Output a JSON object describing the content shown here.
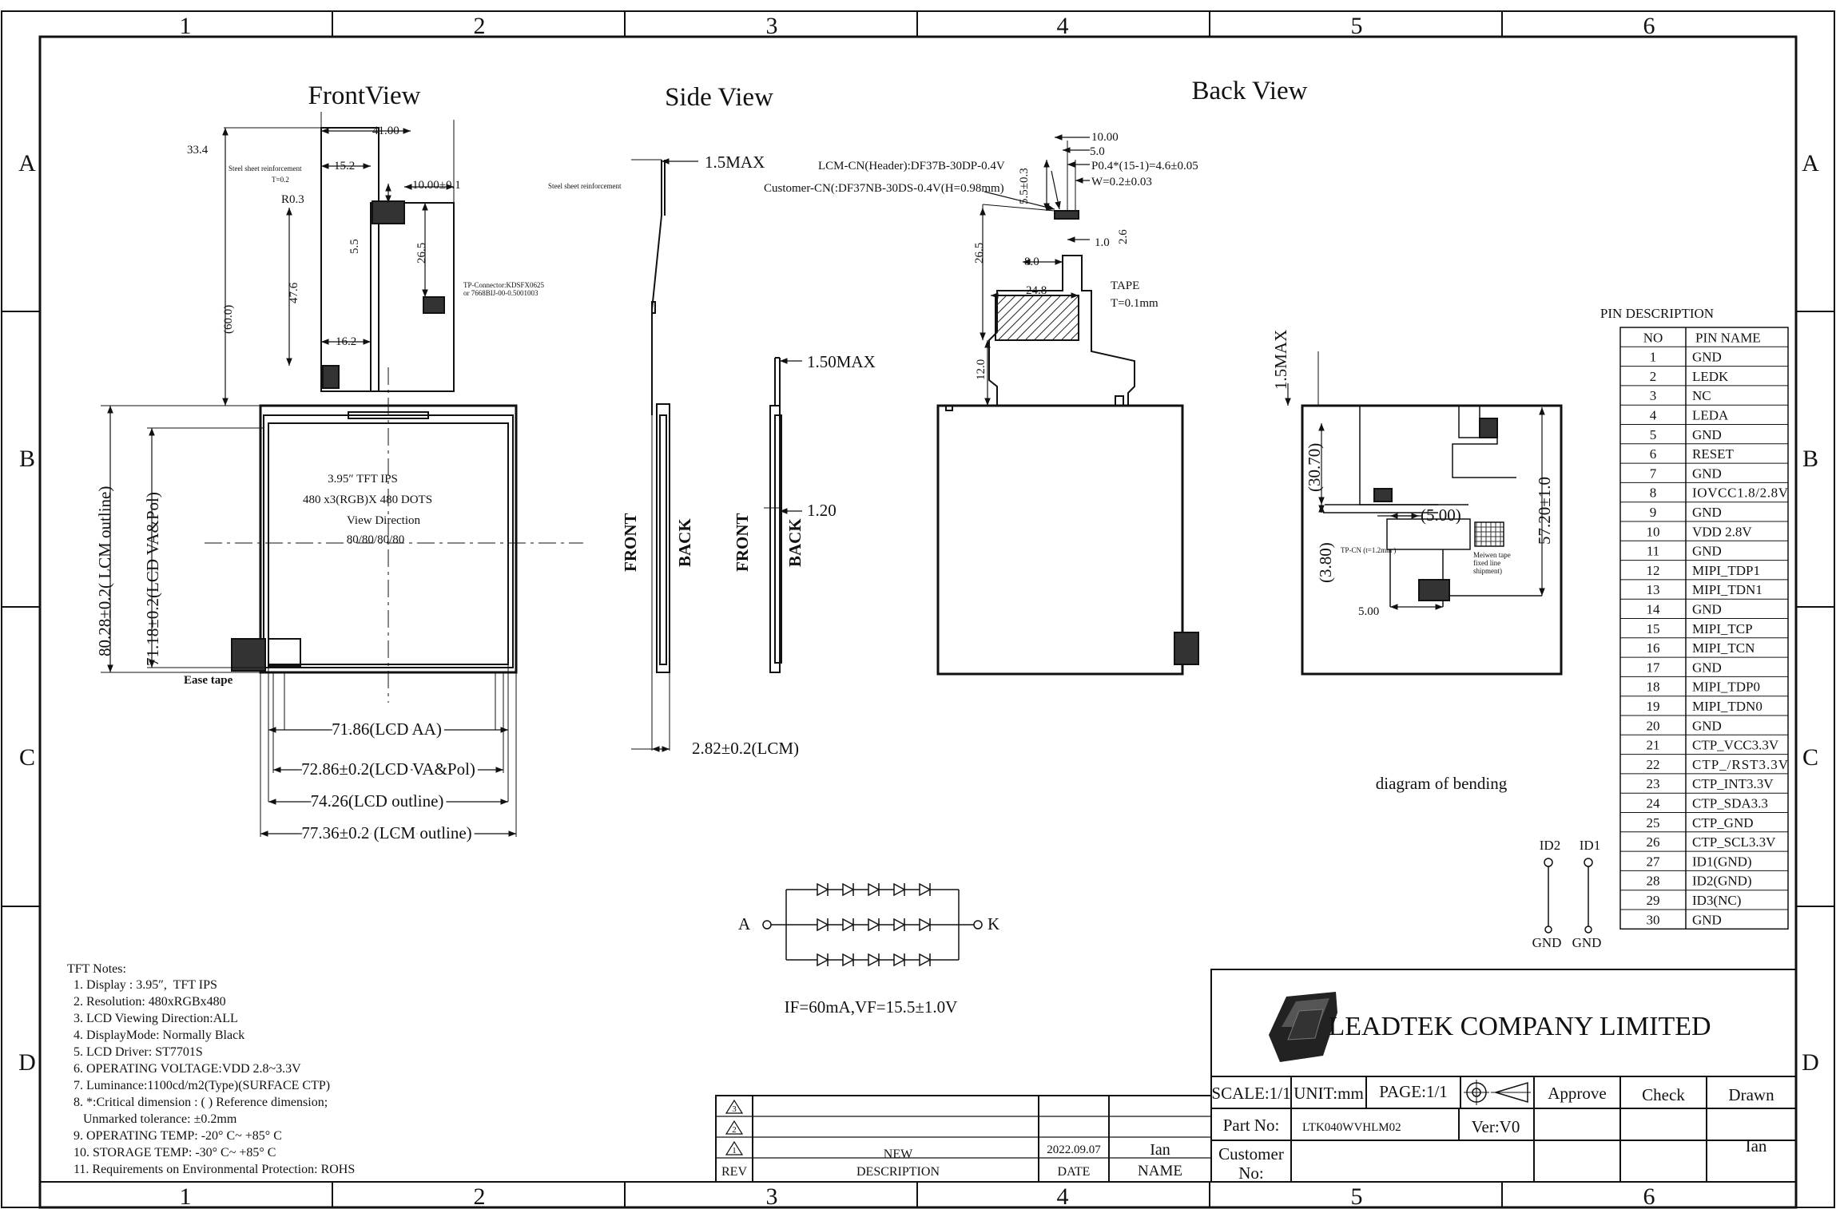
{
  "grid": {
    "cols": [
      "1",
      "2",
      "3",
      "4",
      "5",
      "6"
    ],
    "rows": [
      "A",
      "B",
      "C",
      "D"
    ]
  },
  "views": {
    "front": "FrontView",
    "side": "Side View",
    "back": "Back View"
  },
  "front": {
    "d_33_4": "33.4",
    "d_41": "41.00",
    "d_15_2": "15.2",
    "steel1": "Steel sheet reinforcement",
    "steel_t": "T=0.2",
    "d_10": "10.00±0.1",
    "r03": "R0.3",
    "d_5_5": "5.5",
    "d_26_5": "26.5",
    "tp_conn1": "TP-Connector:KDSFX0625",
    "tp_conn2": "or 7668BIJ-00-0.5001003",
    "d_60": "(60.0)",
    "d_47_6": "47.6",
    "d_16_2": "16.2",
    "lcm_outline_v": "80.28±0.2( LCM outline)",
    "va_pol_v": "71.18±0.2(LCD VA&Pol)",
    "ease_tape": "Ease tape",
    "panel_title": "3.95″ TFT IPS",
    "panel_res": "480 x3(RGB)X 480 DOTS",
    "panel_view": "View Direction",
    "panel_angle": "80/80/80/80",
    "lcd_aa": "71.86(LCD AA)",
    "va_pol_h": "72.86±0.2(LCD VA&Pol)",
    "lcd_outline_h": "74.26(LCD outline)",
    "lcm_outline_h": "77.36±0.2 (LCM outline)"
  },
  "side": {
    "max1": "1.5MAX",
    "steel": "Steel sheet reinforcement",
    "front": "FRONT",
    "back": "BACK",
    "lcm_t": "2.82±0.2(LCM)",
    "max2": "1.50MAX",
    "d_1_20": "1.20"
  },
  "back": {
    "lcm_cn": "LCM-CN(Header):DF37B-30DP-0.4V",
    "cust_cn": "Customer-CN(:DF37NB-30DS-0.4V(H=0.98mm)",
    "d_10": "10.00",
    "d_5": "5.0",
    "pitch": "P0.4*(15-1)=4.6±0.05",
    "w": "W=0.2±0.03",
    "d_5_5": "5.5±0.3",
    "d_1": "1.0",
    "d_2_6": "2.6",
    "d_26_5": "26.5",
    "d_8": "8.0",
    "d_24_8": "24.8",
    "tape": "TAPE",
    "tape_t": "T=0.1mm",
    "d_12": "12.0"
  },
  "bending": {
    "max": "1.5MAX",
    "d_30_7": "(30.70)",
    "d_5_00p": "(5.00)",
    "d_57_2": "57.20±1.0",
    "d_3_8": "(3.80)",
    "tp_cn": "TP-CN (t=1.2mm )",
    "mylar1": "Meiwen tape",
    "mylar2": "fixed line",
    "mylar3": "shipment)",
    "d_5_00": "5.00",
    "caption": "diagram of bending"
  },
  "pins": {
    "title": "PIN DESCRIPTION",
    "h_no": "NO",
    "h_name": "PIN NAME",
    "rows": [
      {
        "no": "1",
        "name": "GND"
      },
      {
        "no": "2",
        "name": "LEDK"
      },
      {
        "no": "3",
        "name": "NC"
      },
      {
        "no": "4",
        "name": "LEDA"
      },
      {
        "no": "5",
        "name": "GND"
      },
      {
        "no": "6",
        "name": "RESET"
      },
      {
        "no": "7",
        "name": "GND"
      },
      {
        "no": "8",
        "name": "IOVCC1.8/2.8V"
      },
      {
        "no": "9",
        "name": "GND"
      },
      {
        "no": "10",
        "name": "VDD 2.8V"
      },
      {
        "no": "11",
        "name": "GND"
      },
      {
        "no": "12",
        "name": "MIPI_TDP1"
      },
      {
        "no": "13",
        "name": "MIPI_TDN1"
      },
      {
        "no": "14",
        "name": "GND"
      },
      {
        "no": "15",
        "name": "MIPI_TCP"
      },
      {
        "no": "16",
        "name": "MIPI_TCN"
      },
      {
        "no": "17",
        "name": "GND"
      },
      {
        "no": "18",
        "name": "MIPI_TDP0"
      },
      {
        "no": "19",
        "name": "MIPI_TDN0"
      },
      {
        "no": "20",
        "name": "GND"
      },
      {
        "no": "21",
        "name": "CTP_VCC3.3V"
      },
      {
        "no": "22",
        "name": "CTP_/RST3.3V"
      },
      {
        "no": "23",
        "name": "CTP_INT3.3V"
      },
      {
        "no": "24",
        "name": "CTP_SDA3.3"
      },
      {
        "no": "25",
        "name": "CTP_GND"
      },
      {
        "no": "26",
        "name": "CTP_SCL3.3V"
      },
      {
        "no": "27",
        "name": "ID1(GND)"
      },
      {
        "no": "28",
        "name": "ID2(GND)"
      },
      {
        "no": "29",
        "name": "ID3(NC)"
      },
      {
        "no": "30",
        "name": "GND"
      }
    ]
  },
  "ids": {
    "id2": "ID2",
    "id1": "ID1",
    "gnd": "GND"
  },
  "led": {
    "a": "A",
    "k": "K",
    "spec": "IF=60mA,VF=15.5±1.0V"
  },
  "notes": {
    "title": "TFT Notes:",
    "lines": [
      "1. Display : 3.95″,  TFT IPS",
      "2. Resolution: 480xRGBx480",
      "3. LCD Viewing Direction:ALL",
      "4. DisplayMode: Normally Black",
      "5. LCD Driver: ST7701S",
      "6. OPERATING VOLTAGE:VDD 2.8~3.3V",
      "7. Luminance:1100cd/m2(Type)(SURFACE CTP)",
      "8. *:Critical dimension : ( ) Reference dimension;",
      "   Unmarked tolerance: ±0.2mm",
      "9. OPERATING TEMP: -20° C~ +85° C",
      "10. STORAGE TEMP: -30° C~ +85° C",
      "11. Requirements on Environmental Protection: ROHS"
    ]
  },
  "revision": {
    "date": "2022.09.07",
    "name_val": "Ian",
    "h_rev": "REV",
    "h_new": "NEW",
    "h_desc": "DESCRIPTION",
    "h_date": "DATE",
    "h_name": "NAME"
  },
  "title_block": {
    "company": "LEADTEK COMPANY LIMITED",
    "scale": "SCALE:1/1",
    "unit": "UNIT:mm",
    "page": "PAGE:1/1",
    "approve": "Approve",
    "check": "Check",
    "drawn": "Drawn",
    "part_label": "Part No:",
    "part_no": "LTK040WVHLM02",
    "ver": "Ver:V0",
    "customer": "Customer",
    "no": "No:",
    "drawn_by": "Ian"
  }
}
